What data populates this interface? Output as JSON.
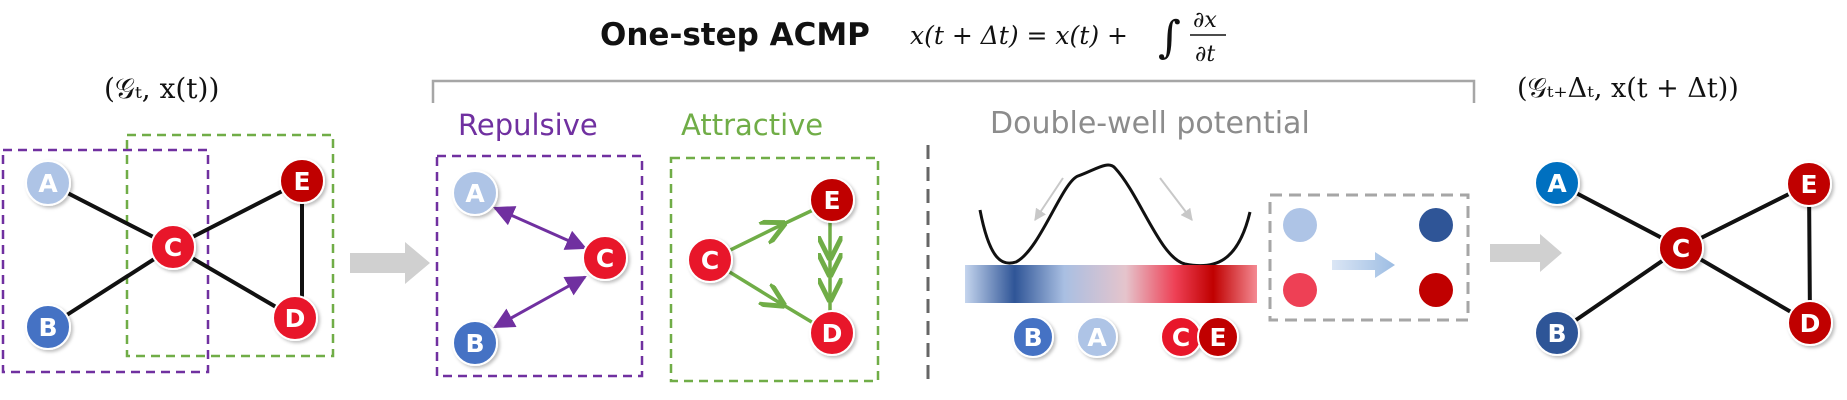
{
  "title": "One-step ACMP",
  "equation": {
    "lhs": "x(t + Δt) = x(t) +",
    "integral": "∫",
    "numerator": "∂x",
    "denominator": "∂t"
  },
  "input_label": "(𝒢ₜ, x(t))",
  "output_label": "(𝒢ₜ₊Δₜ, x(t + Δt))",
  "repulsive_label": "Repulsive",
  "attractive_label": "Attractive",
  "double_well_label": "Double-well potential",
  "nodes": {
    "A": "A",
    "B": "B",
    "C": "C",
    "D": "D",
    "E": "E"
  },
  "colors": {
    "repulsive": "#7030a0",
    "attractive": "#70ad47",
    "double_well": "#8c8c8c",
    "arrow_gray": "#d0d0d0",
    "light_blue": "#aec4e6",
    "mid_blue": "#4472c4",
    "dark_blue": "#2f5597",
    "bright_blue": "#0070c0",
    "red": "#e8192c",
    "dark_red": "#c00000"
  }
}
